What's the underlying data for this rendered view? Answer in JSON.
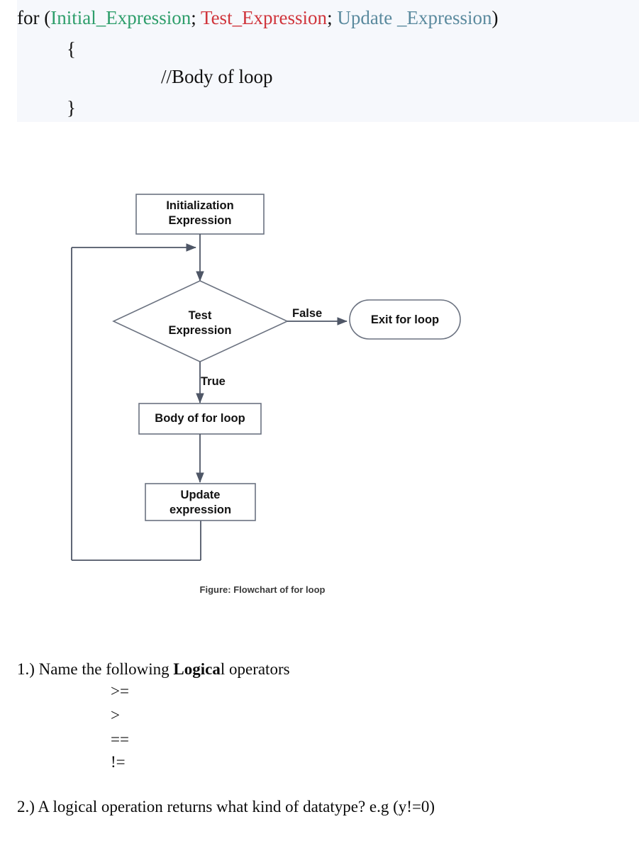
{
  "code_block": {
    "background_color": "#f6f8fc",
    "line_for": {
      "keyword": "for (",
      "initial": "Initial_Expression",
      "sep1": "; ",
      "test": "Test_Expression",
      "sep2": "; ",
      "update": "Update _Expression",
      "close": ")"
    },
    "open_brace": "{",
    "body_comment": "//Body of loop",
    "close_brace": "}",
    "colors": {
      "initial": "#2e9e6b",
      "test": "#d0353c",
      "update": "#5b8a9e",
      "plain": "#111111"
    }
  },
  "flowchart": {
    "caption": "Figure: Flowchart of for loop",
    "stroke_color": "#4e5666",
    "box_border_color": "#6b7280",
    "nodes": {
      "initialization": "Initialization\nExpression",
      "test": "Test\nExpression",
      "exit": "Exit for loop",
      "body": "Body of for loop",
      "update": "Update\nexpression"
    },
    "edge_labels": {
      "false": "False",
      "true": "True"
    }
  },
  "questions": [
    {
      "number": "1.)",
      "text_before": " Name the following ",
      "bold_text": "Logica",
      "text_after": "l operators"
    },
    {
      "number": "2.)",
      "text": " A logical operation returns what kind of datatype? e.g (y!=0)"
    }
  ],
  "operators": [
    ">=",
    ">",
    "==",
    "!="
  ]
}
